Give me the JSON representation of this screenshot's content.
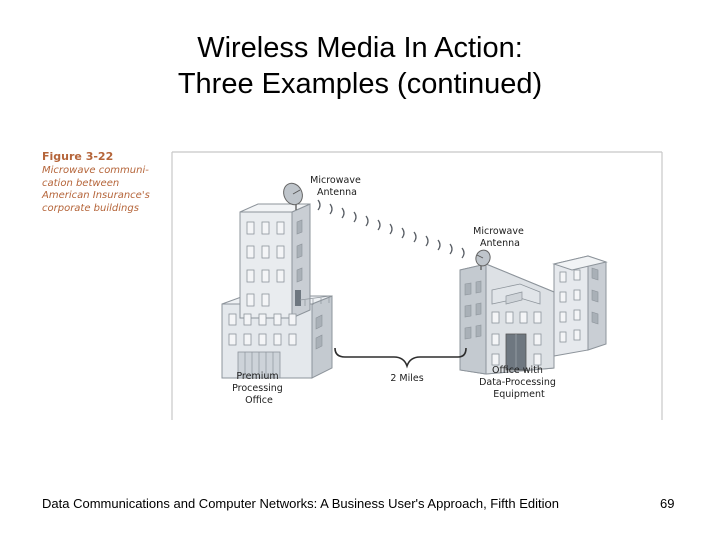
{
  "slide": {
    "title_line1": "Wireless Media In Action:",
    "title_line2": "Three Examples (continued)",
    "footer": "Data Communications and Computer Networks: A Business User's Approach, Fifth Edition",
    "page_number": "69"
  },
  "figure": {
    "label": "Figure 3-22",
    "caption_lines": [
      "Microwave communi-",
      "cation between",
      "American Insurance's",
      "corporate buildings"
    ],
    "left_antenna": [
      "Microwave",
      "Antenna"
    ],
    "right_antenna": [
      "Microwave",
      "Antenna"
    ],
    "left_building": [
      "Premium",
      "Processing",
      "Office"
    ],
    "right_building": [
      "Office with",
      "Data-Processing",
      "Equipment"
    ],
    "distance": "2 Miles",
    "colors": {
      "caption": "#b5653a",
      "building_light": "#e9ecef",
      "building_mid": "#cfd4d9",
      "building_dark": "#b9bfc5",
      "window": "#f2f3f5"
    }
  }
}
